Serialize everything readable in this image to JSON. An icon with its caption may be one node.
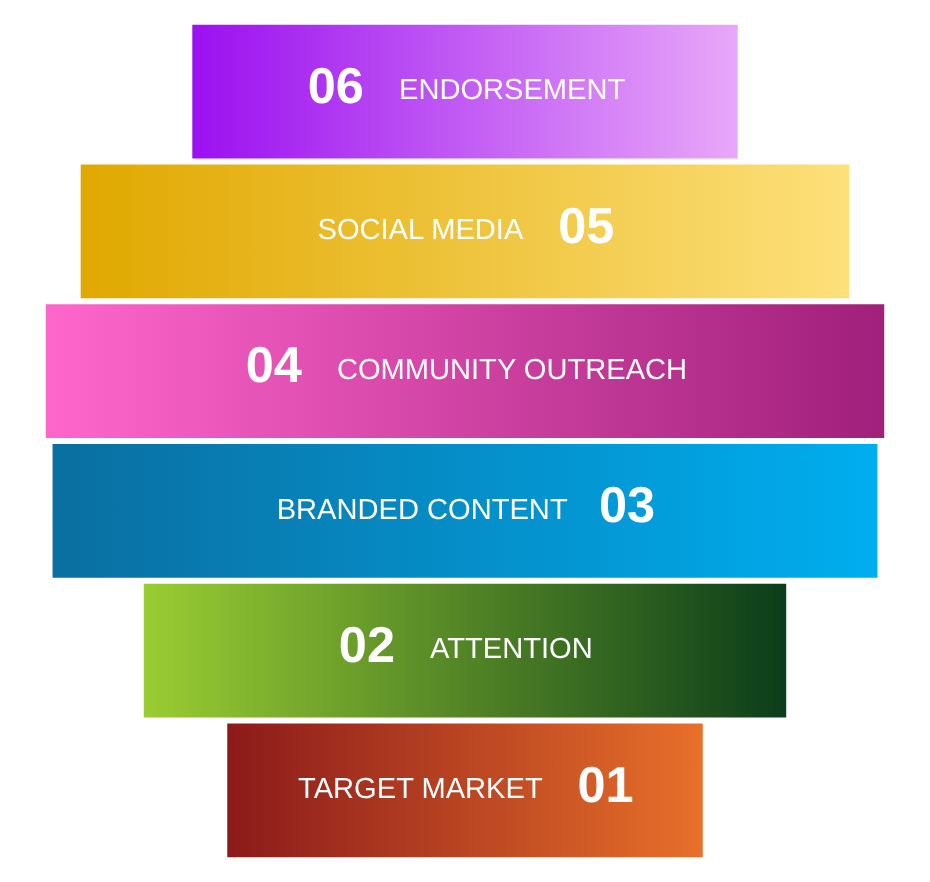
{
  "diagram": {
    "nodes": [
      {
        "text": [
          "TARGET MARKET",
          "01"
        ]
      },
      {
        "text": [
          "02",
          "ATTENTION"
        ]
      },
      {
        "text": [
          "BRANDED CONTENT",
          "03"
        ]
      },
      {
        "text": [
          "04",
          "COMMUNITY OUTREACH"
        ]
      },
      {
        "text": [
          "SOCIAL MEDIA",
          "05"
        ]
      },
      {
        "text": [
          "06",
          "ENDORSEMENT"
        ]
      }
    ]
  }
}
